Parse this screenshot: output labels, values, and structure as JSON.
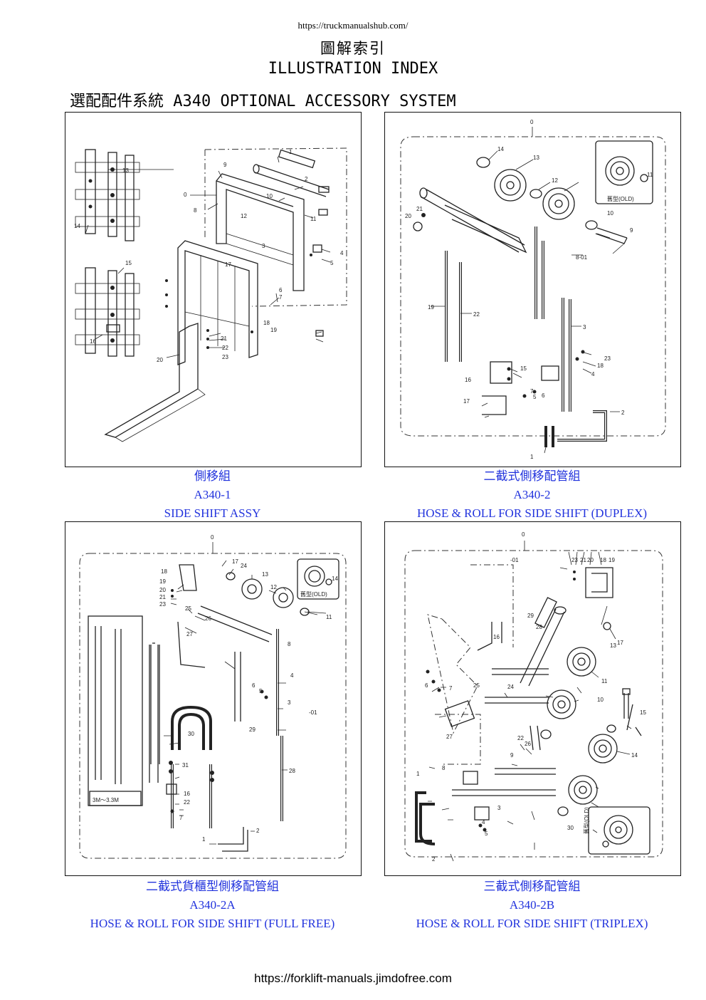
{
  "header": {
    "top_url": "https://truckmanualshub.com/",
    "title_cn": "圖解索引",
    "title_en": "ILLUSTRATION INDEX",
    "section": "選配配件系統 A340 OPTIONAL ACCESSORY SYSTEM"
  },
  "panels": [
    {
      "caption_cn": "側移組",
      "code": "A340-1",
      "caption_en": "SIDE SHIFT ASSY",
      "labels": [
        "0",
        "1",
        "2",
        "3",
        "4",
        "5",
        "6",
        "7",
        "8",
        "9",
        "10",
        "11",
        "12",
        "13",
        "14",
        "15",
        "16",
        "17",
        "18",
        "19",
        "20",
        "21",
        "22",
        "23"
      ]
    },
    {
      "caption_cn": "二截式側移配管組",
      "code": "A340-2",
      "caption_en": "HOSE & ROLL FOR SIDE SHIFT (DUPLEX)",
      "old_label": "舊型(OLD)",
      "labels": [
        "0",
        "1",
        "2",
        "3",
        "4",
        "5",
        "6",
        "7",
        "8-01",
        "9",
        "10",
        "11",
        "12",
        "13",
        "14",
        "15",
        "16",
        "17",
        "18",
        "19",
        "20",
        "21",
        "22",
        "23"
      ]
    },
    {
      "caption_cn": "二截式貨櫃型側移配管組",
      "code": "A340-2A",
      "caption_en": "HOSE & ROLL FOR SIDE SHIFT (FULL FREE)",
      "old_label": "舊型(OLD)",
      "size_label": "3M～3.3M",
      "labels": [
        "0",
        "1",
        "2",
        "3",
        "4",
        "5",
        "6",
        "7",
        "8",
        "11",
        "12",
        "13",
        "14",
        "16",
        "17",
        "18",
        "19",
        "20",
        "21",
        "22",
        "23",
        "24",
        "25",
        "26",
        "27",
        "28",
        "29",
        "30",
        "31",
        "-01"
      ]
    },
    {
      "caption_cn": "三截式側移配管組",
      "code": "A340-2B",
      "caption_en": "HOSE & ROLL FOR SIDE SHIFT (TRIPLEX)",
      "old_label": "舊型(OLD)",
      "labels": [
        "0",
        "1",
        "2",
        "3",
        "4",
        "5",
        "6",
        "7",
        "8",
        "9",
        "10",
        "11",
        "13",
        "14",
        "15",
        "16",
        "17",
        "18",
        "19",
        "20",
        "21",
        "22",
        "23",
        "24",
        "25",
        "26",
        "27",
        "28",
        "29",
        "30",
        "-01"
      ]
    }
  ],
  "footer": {
    "bottom_url": "https://forklift-manuals.jimdofree.com"
  }
}
